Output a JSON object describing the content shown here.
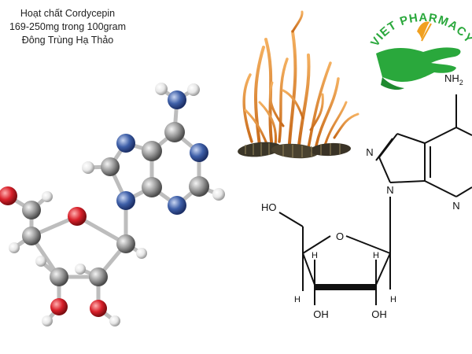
{
  "caption": {
    "line1": "Hoạt chất Cordycepin",
    "line2": "169-250mg trong 100gram",
    "line3": "Đông Trùng Hạ Thảo"
  },
  "logo": {
    "brand": "VIET PHARMACY",
    "icon": "hand-leaf-icon",
    "colors": {
      "text": "#2aa83c",
      "mark": "#f0a020"
    }
  },
  "structure": {
    "amine": "NH",
    "amine_sub": "2",
    "n1": "N",
    "n2": "N",
    "n3": "N",
    "ho": "HO",
    "o": "O",
    "h1": "H",
    "h2": "H",
    "h3": "H",
    "h4": "H",
    "oh1": "OH",
    "oh2": "OH"
  },
  "colors": {
    "carbon": "#9a9a9a",
    "nitrogen": "#3e5fa8",
    "oxygen": "#d8202a",
    "hydrogen": "#e6e6e6",
    "fungus": "#e08a2e"
  }
}
